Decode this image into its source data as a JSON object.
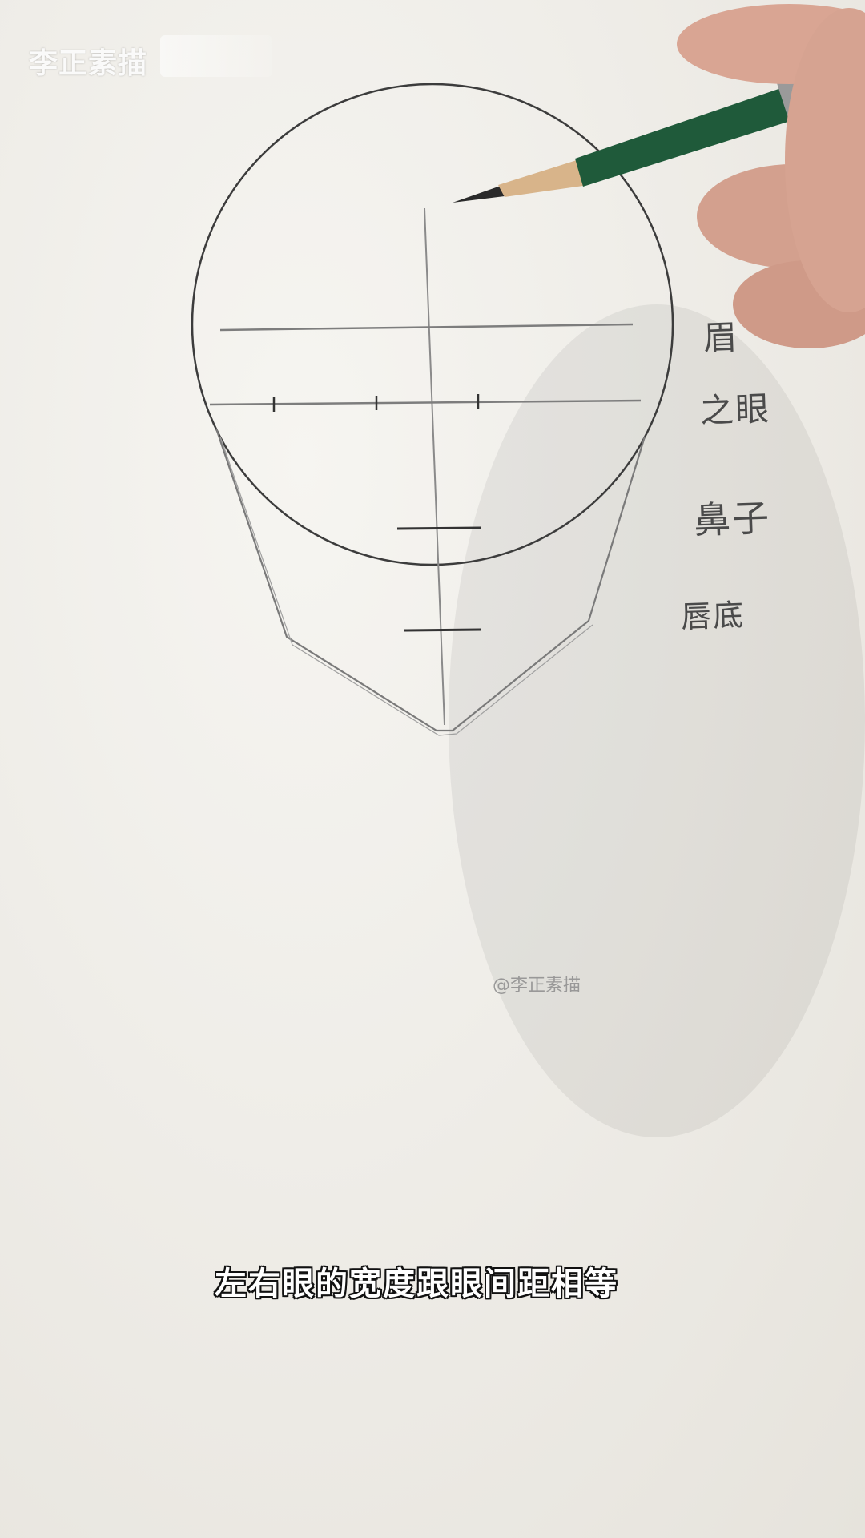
{
  "watermark_top": "李正素描",
  "watermark_mid": "@李正素描",
  "handwritten_labels": [
    "眉",
    "之眼",
    "鼻子",
    "唇底"
  ],
  "caption": "左右眼的宽度跟眼间距相等",
  "colors": {
    "paper": "#efede8",
    "pencil_body": "#1f5a3a",
    "graphite": "#3a3a3a",
    "skin": "#d9a593",
    "caption_text": "#ffffff",
    "caption_outline": "#111111"
  }
}
